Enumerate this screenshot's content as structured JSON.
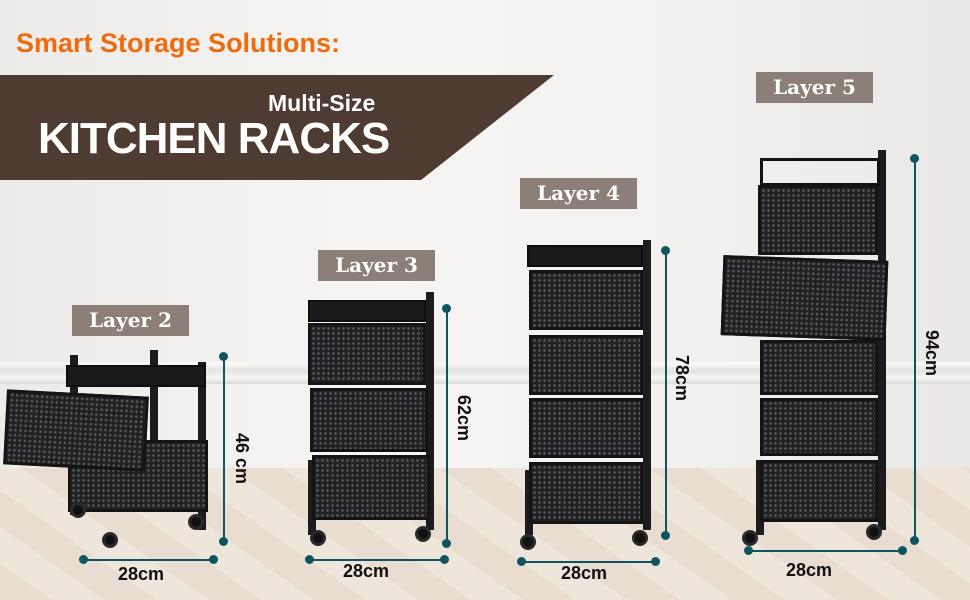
{
  "header": {
    "title": "Smart Storage Solutions:",
    "subtitle": "Multi-Size",
    "headline": "KITCHEN RACKS"
  },
  "products": [
    {
      "label": "Layer 2",
      "height": "46 cm",
      "width": "28cm"
    },
    {
      "label": "Layer 3",
      "height": "62cm",
      "width": "28cm"
    },
    {
      "label": "Layer 4",
      "height": "78cm",
      "width": "28cm"
    },
    {
      "label": "Layer 5",
      "height": "94cm",
      "width": "28cm"
    }
  ],
  "colors": {
    "accent": "#ee6c0e",
    "banner": "#4e3b32",
    "label": "#8c7f77",
    "dimension": "#0e5560"
  }
}
